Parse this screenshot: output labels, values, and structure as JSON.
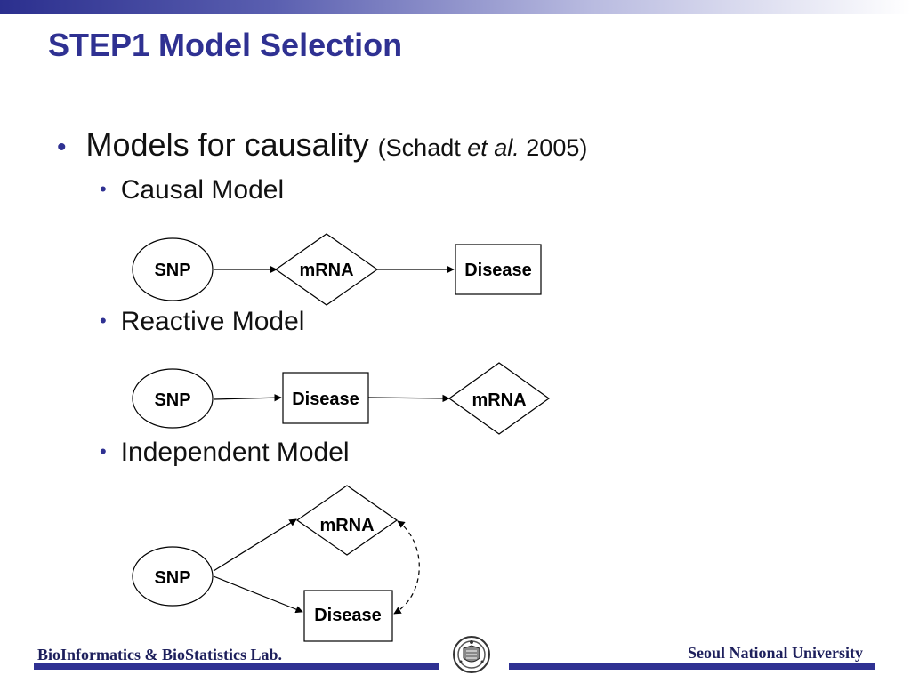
{
  "title": "STEP1 Model Selection",
  "bullet": {
    "text": "Models for causality",
    "cite_open": "(Schadt ",
    "cite_etal": "et al.",
    "cite_close": " 2005)"
  },
  "models": {
    "causal": {
      "label": "Causal Model",
      "snp": "SNP",
      "mrna": "mRNA",
      "disease": "Disease"
    },
    "reactive": {
      "label": "Reactive Model",
      "snp": "SNP",
      "disease": "Disease",
      "mrna": "mRNA"
    },
    "independent": {
      "label": "Independent Model",
      "snp": "SNP",
      "mrna": "mRNA",
      "disease": "Disease"
    }
  },
  "footer": {
    "left": "BioInformatics & BioStatistics Lab.",
    "right": "Seoul National University"
  },
  "colors": {
    "title": "#2f3192",
    "bar": "#2f3192"
  }
}
